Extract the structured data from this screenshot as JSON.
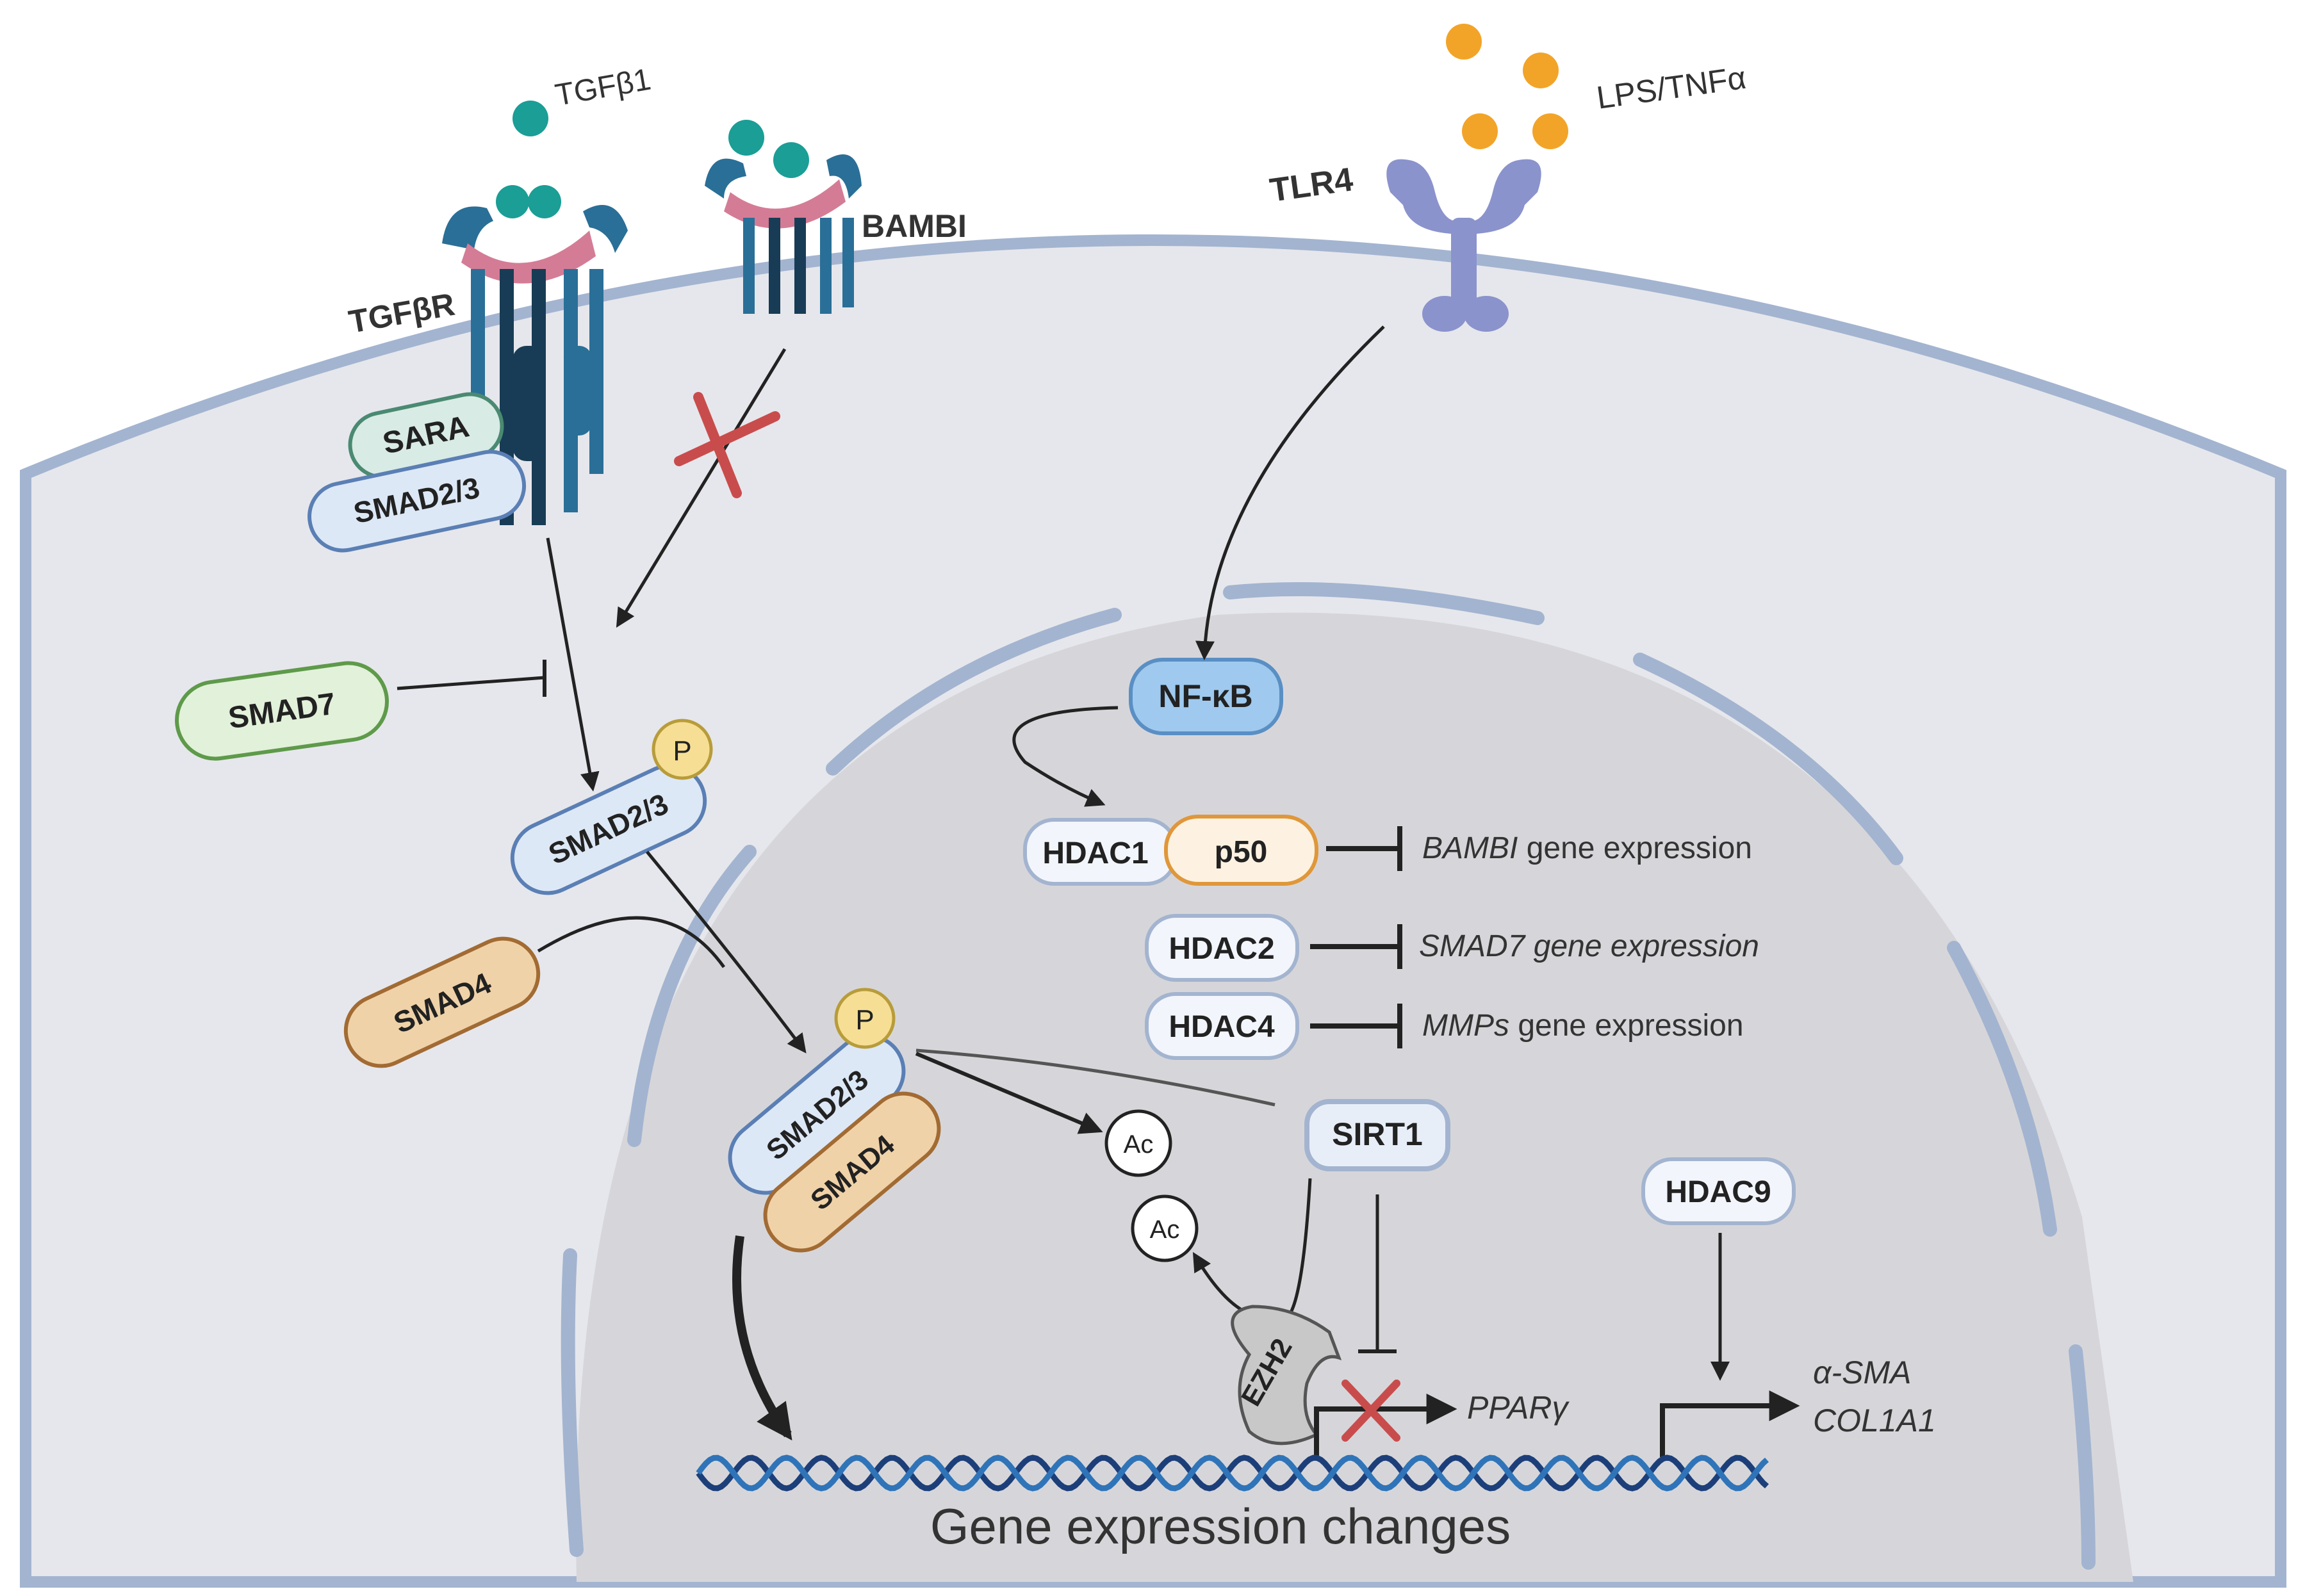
{
  "ligands": {
    "tgfb1": "TGFβ1",
    "lps_tnfa": "LPS/TNFα"
  },
  "receptors": {
    "tgfbr": "TGFβR",
    "bambi": "BAMBI",
    "tlr4": "TLR4"
  },
  "proteins": {
    "sara": "SARA",
    "smad23_membrane": "SMAD2/3",
    "smad7": "SMAD7",
    "smad23_phospho": "SMAD2/3",
    "smad4_free": "SMAD4",
    "smad23_complex": "SMAD2/3",
    "smad4_complex": "SMAD4",
    "phospho_1": "P",
    "phospho_2": "P",
    "nfkb": "NF-κB",
    "hdac1": "HDAC1",
    "p50": "p50",
    "hdac2": "HDAC2",
    "hdac4": "HDAC4",
    "sirt1": "SIRT1",
    "hdac9": "HDAC9",
    "ezh2": "EZH2",
    "acetyl_1": "Ac",
    "acetyl_2": "Ac"
  },
  "expression": {
    "bambi_gene": "BAMBI",
    "bambi_suffix": " gene expression",
    "smad7_gene": "SMAD7 gene expression",
    "mmps_gene": "MMPs",
    "mmps_suffix": " gene expression",
    "ppar": "PPARγ",
    "asma": "α-SMA",
    "col1a1": "COL1A1"
  },
  "footer": {
    "gene_changes": "Gene expression changes"
  },
  "colors": {
    "cell_fill": "#e6e7ec",
    "nucleus_fill": "#d6d6da",
    "membrane": "#a3b4d0",
    "receptor_blue": "#2a6f97",
    "receptor_dark": "#183c55",
    "receptor_pink": "#d47c96",
    "ligand_teal": "#1a9e96",
    "ligand_orange": "#f2a428",
    "tlr4_purple": "#8a93cc",
    "inhibit_red": "#c94c4c"
  }
}
